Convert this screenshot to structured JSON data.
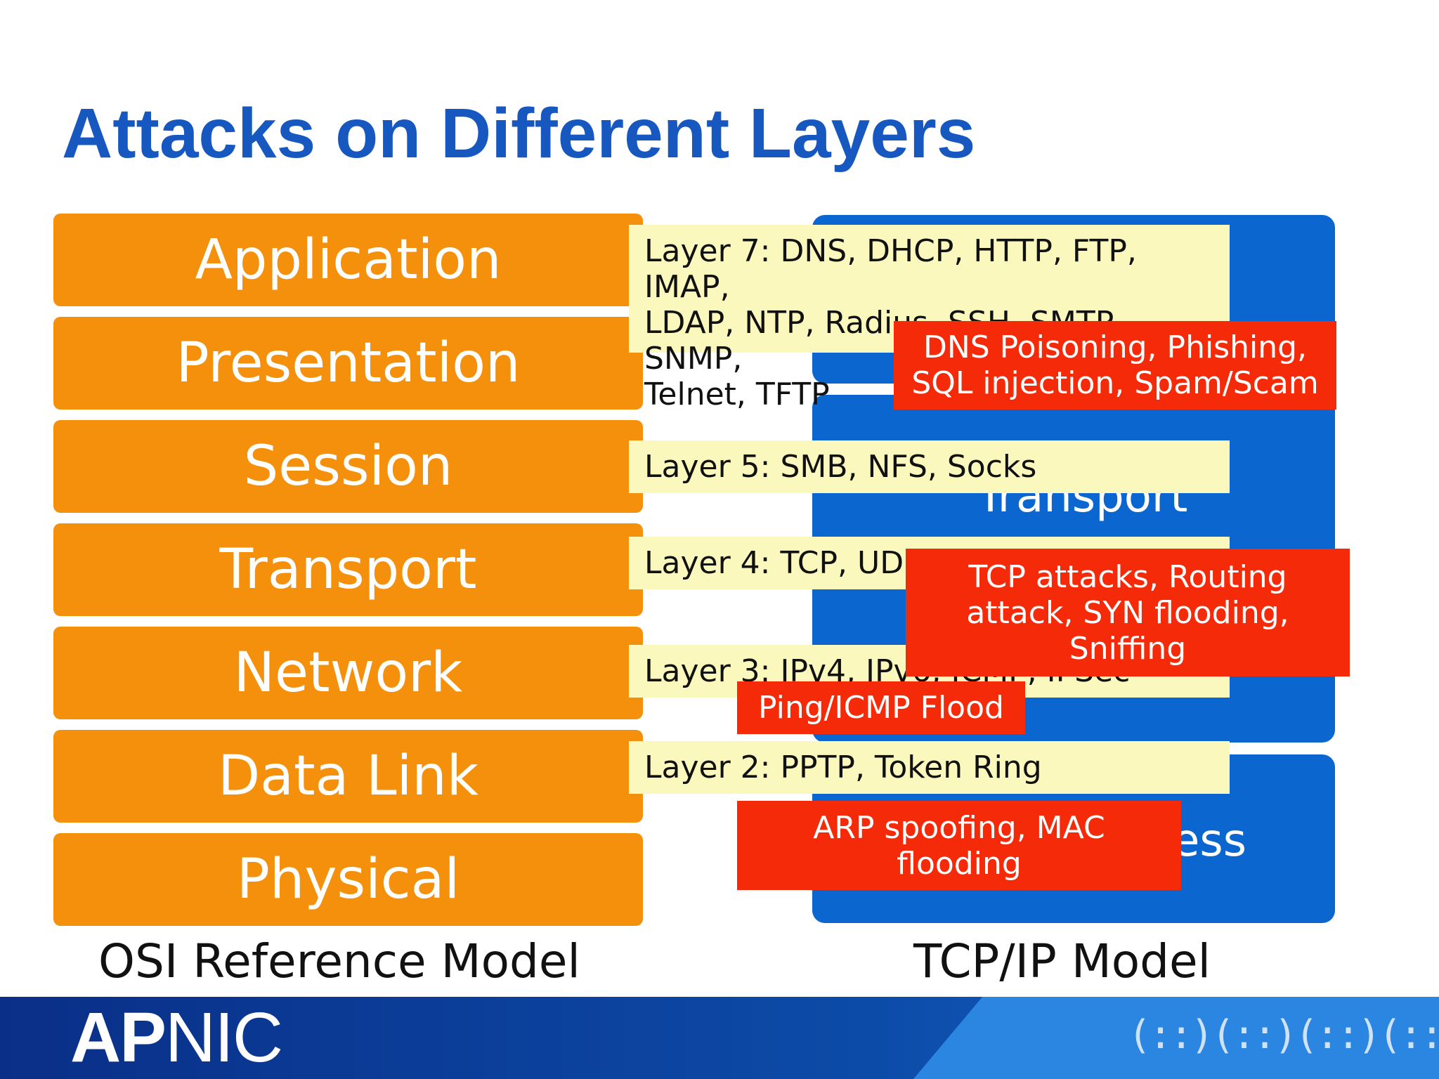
{
  "title": "Attacks on Different Layers",
  "osi": {
    "layers": [
      "Application",
      "Presentation",
      "Session",
      "Transport",
      "Network",
      "Data Link",
      "Physical"
    ],
    "caption": "OSI Reference Model"
  },
  "tcpip": {
    "visible_fragments": [
      "Transport",
      "ess"
    ],
    "caption": "TCP/IP Model"
  },
  "protocols": {
    "layer7": [
      "Layer 7: DNS, DHCP, HTTP, FTP, IMAP,",
      "LDAP, NTP, Radius, SSH, SMTP, SNMP,",
      "Telnet, TFTP"
    ],
    "layer5": "Layer 5: SMB, NFS, Socks",
    "layer4": "Layer 4: TCP, UDP",
    "layer3": "Layer 3: IPv4, IPv6, ICMP, IPSec",
    "layer2": "Layer 2: PPTP, Token Ring"
  },
  "attacks": {
    "application": [
      "DNS Poisoning, Phishing,",
      "SQL injection, Spam/Scam"
    ],
    "transport": [
      "TCP attacks, Routing",
      "attack, SYN flooding,",
      "Sniffing"
    ],
    "network": "Ping/ICMP Flood",
    "datalink": [
      "ARP spoofing, MAC",
      "flooding"
    ]
  },
  "footer": {
    "logo_bold": "AP",
    "logo_regular": "NIC",
    "decoration": "(::)(::)(::)(::)(::)"
  },
  "colors": {
    "title": "#1658c0",
    "osi_layer": "#f4900c",
    "tcp_block": "#0b66d0",
    "protocol_box": "#fbf8bd",
    "attack_box": "#f52a09",
    "footer": "#0a2f88"
  }
}
